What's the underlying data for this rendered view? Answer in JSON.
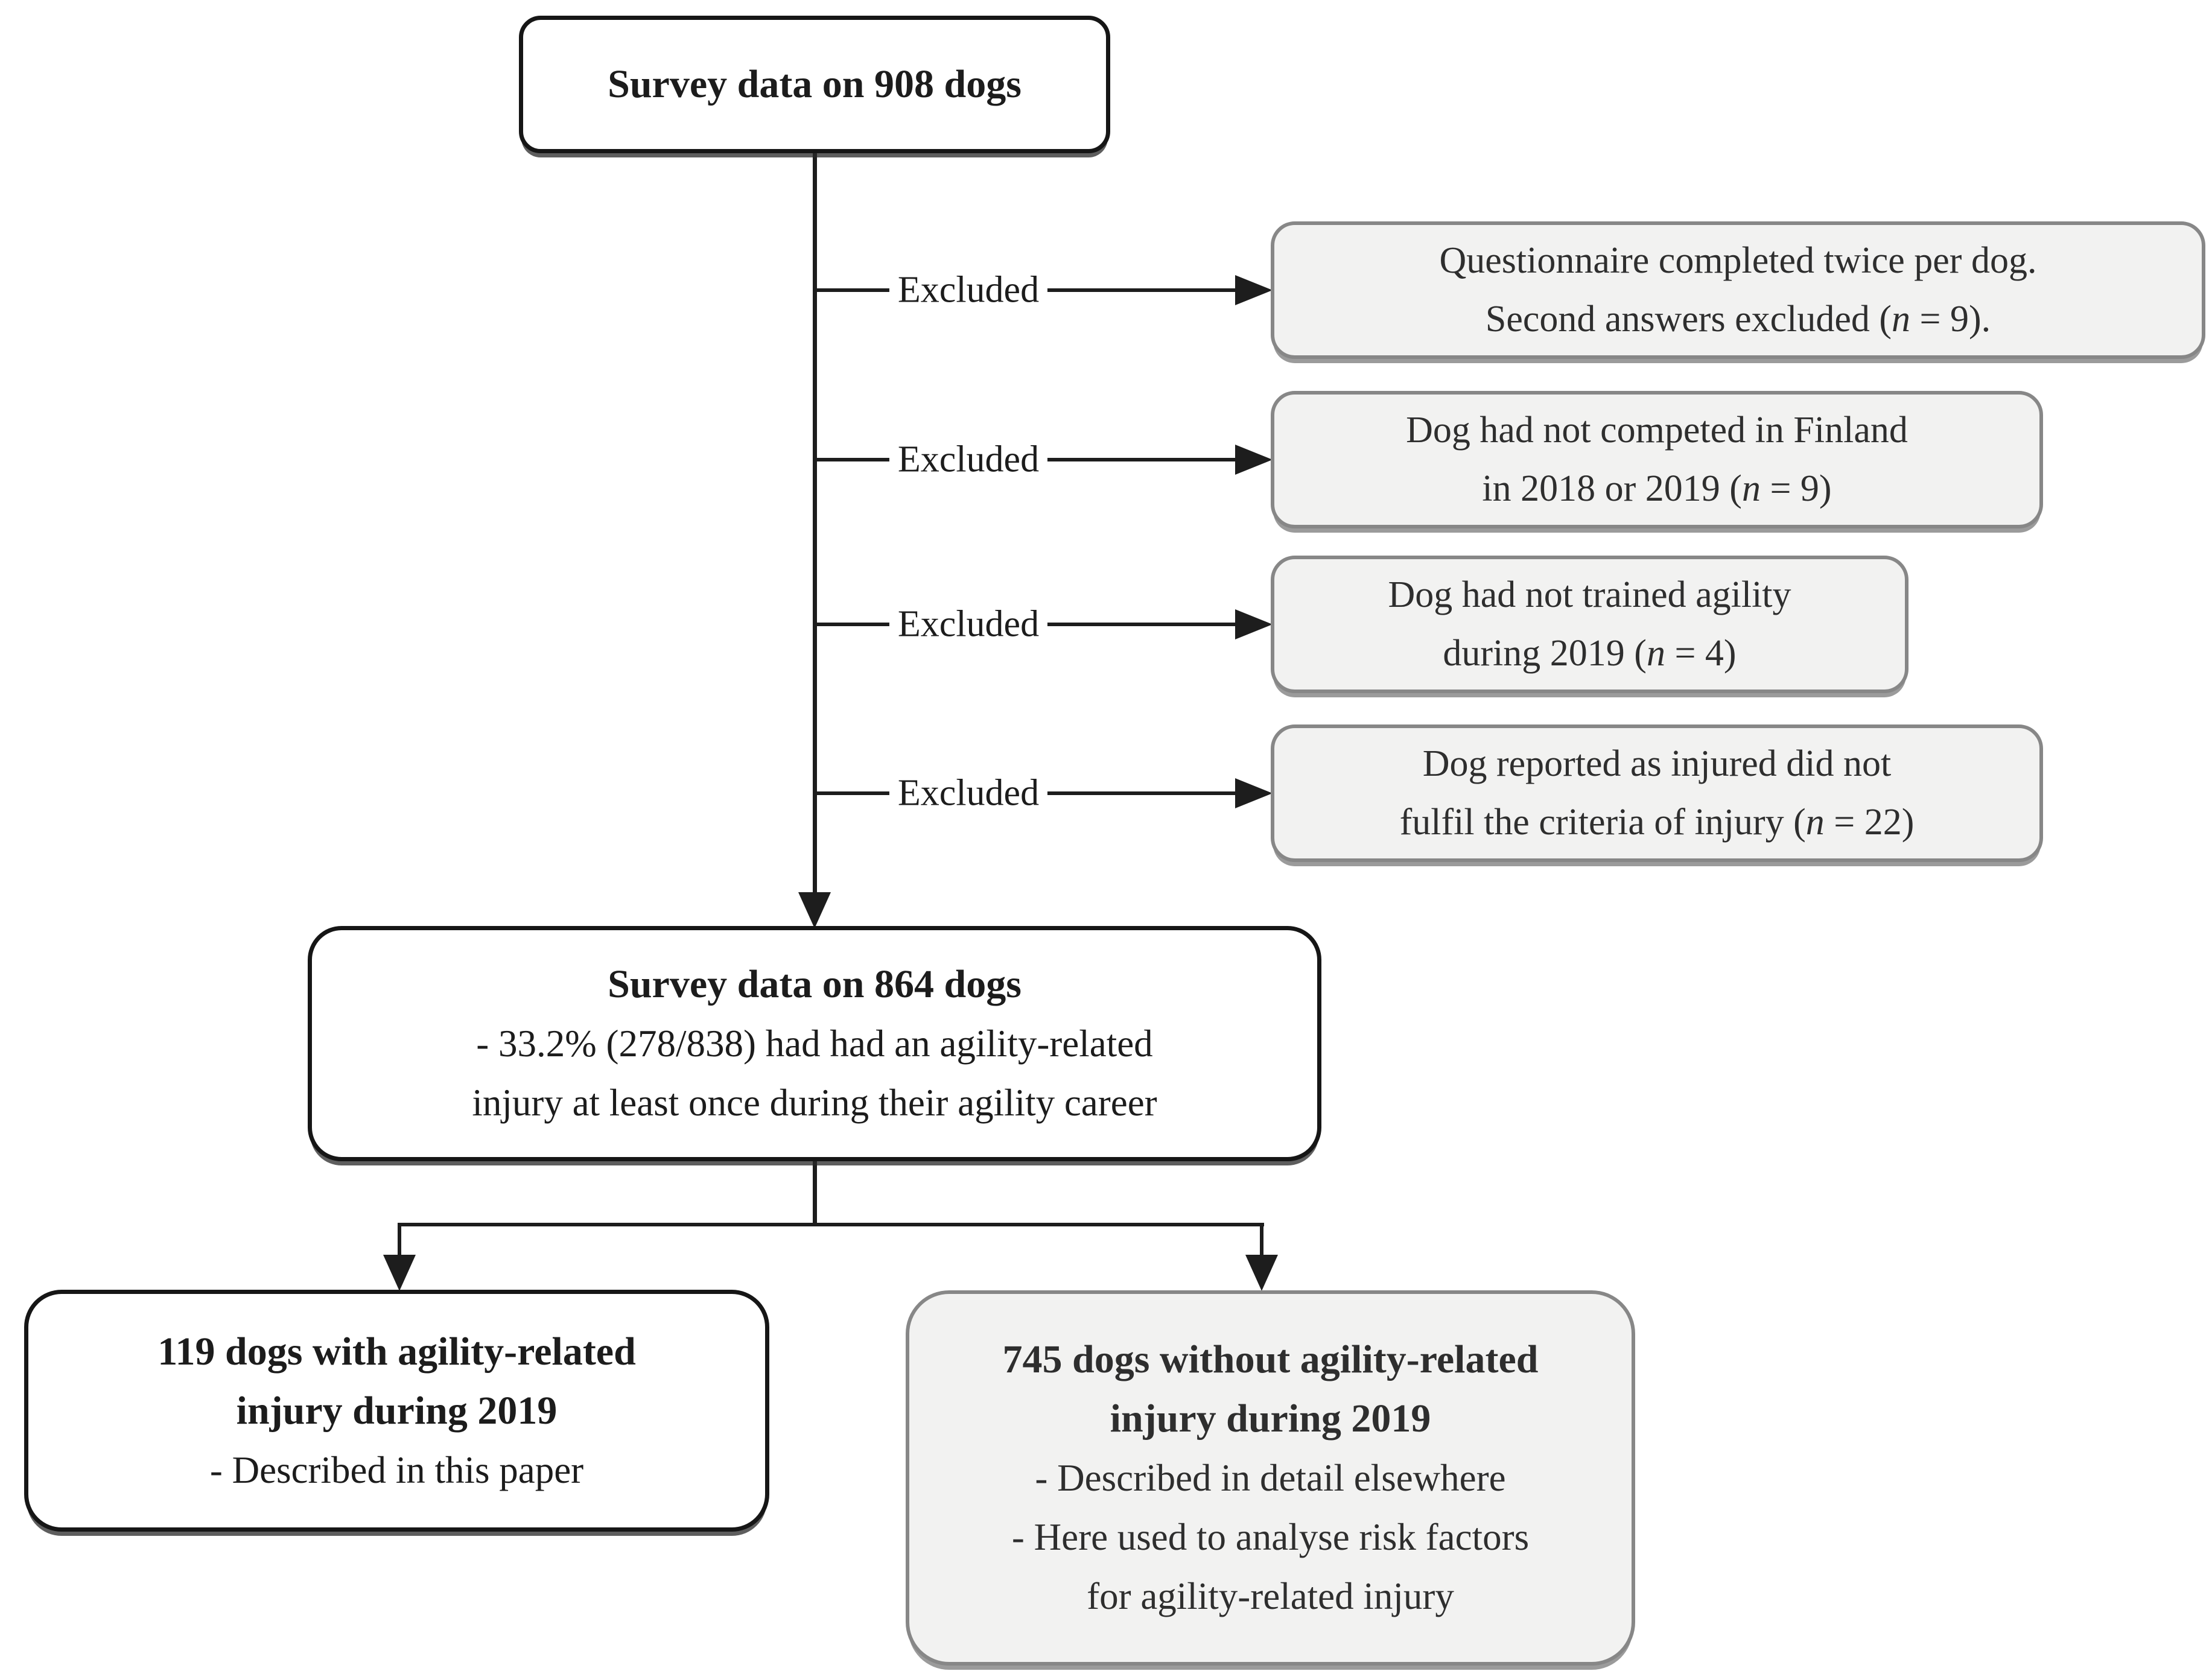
{
  "colors": {
    "background": "#ffffff",
    "connector_line": "#1d1d1d",
    "white_node_fill": "#ffffff",
    "white_node_border": "#161616",
    "gray_node_fill": "#f2f2f1",
    "gray_node_border": "#878787",
    "text": "#1c1c1c"
  },
  "flow": {
    "start": {
      "title": "Survey data on 908 dogs"
    },
    "excluded_label": "Excluded",
    "exclusions": [
      {
        "lines": [
          [
            {
              "t": "Questionnaire completed twice per dog."
            }
          ],
          [
            {
              "t": "Second answers excluded ("
            },
            {
              "t": "n",
              "i": true
            },
            {
              "t": " = 9)."
            }
          ]
        ]
      },
      {
        "lines": [
          [
            {
              "t": "Dog had not competed in Finland"
            }
          ],
          [
            {
              "t": "in 2018 or 2019 ("
            },
            {
              "t": "n",
              "i": true
            },
            {
              "t": " = 9)"
            }
          ]
        ]
      },
      {
        "lines": [
          [
            {
              "t": "Dog had not trained agility"
            }
          ],
          [
            {
              "t": "during 2019 ("
            },
            {
              "t": "n",
              "i": true
            },
            {
              "t": " = 4)"
            }
          ]
        ]
      },
      {
        "lines": [
          [
            {
              "t": "Dog reported as injured did not"
            }
          ],
          [
            {
              "t": "fulfil the criteria of injury ("
            },
            {
              "t": "n",
              "i": true
            },
            {
              "t": " = 22)"
            }
          ]
        ]
      }
    ],
    "survey864": {
      "title": "Survey data on 864 dogs",
      "body_lines": [
        "- 33.2% (278/838) had had an agility-related",
        "injury at least once during their agility career"
      ]
    },
    "with_injury": {
      "title_lines": [
        "119 dogs with agility-related",
        "injury during 2019"
      ],
      "body_lines": [
        "- Described in this paper"
      ]
    },
    "without_injury": {
      "title_lines": [
        "745 dogs without agility-related",
        "injury during 2019"
      ],
      "body_lines": [
        "- Described in detail elsewhere",
        "- Here used to analyse risk factors",
        "for agility-related injury"
      ]
    }
  }
}
